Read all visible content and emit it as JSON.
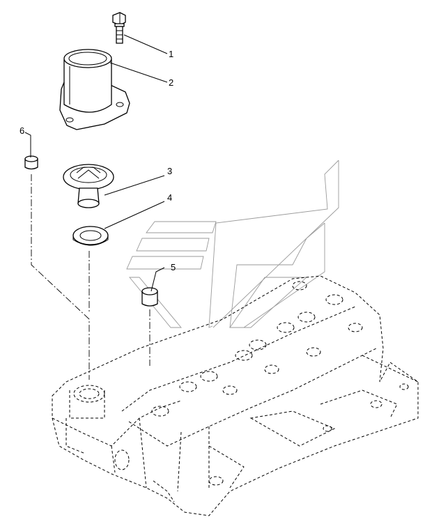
{
  "callouts": [
    {
      "number": "1",
      "part": "bolt"
    },
    {
      "number": "2",
      "part": "thermostat-housing"
    },
    {
      "number": "3",
      "part": "thermostat"
    },
    {
      "number": "4",
      "part": "seal-ring"
    },
    {
      "number": "5",
      "part": "sleeve"
    },
    {
      "number": "6",
      "part": "plug"
    }
  ]
}
